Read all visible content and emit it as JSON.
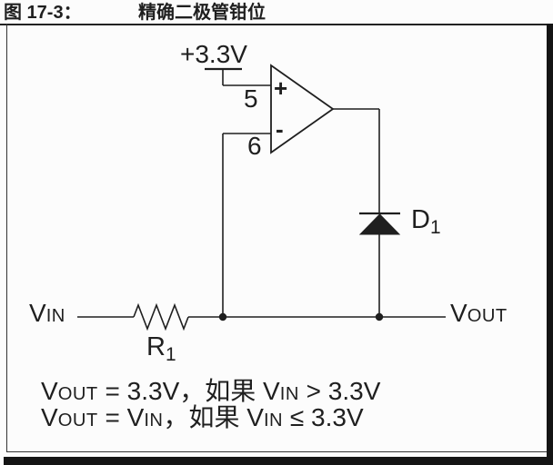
{
  "header": {
    "figure_label": "图 17-3：",
    "title": "精确二极管钳位"
  },
  "circuit": {
    "supply_label": "+3.3V",
    "opamp": {
      "noninverting_pin": "5",
      "inverting_pin": "6",
      "plus_sign": "+",
      "minus_sign": "-"
    },
    "diode_label": [
      {
        "t": "D",
        "k": "n"
      },
      {
        "t": "1",
        "k": "sub"
      }
    ],
    "resistor_label": [
      {
        "t": "R",
        "k": "n"
      },
      {
        "t": "1",
        "k": "sub"
      }
    ],
    "vin_label": [
      {
        "t": "V",
        "k": "n"
      },
      {
        "t": "IN",
        "k": "s"
      }
    ],
    "vout_label": [
      {
        "t": "V",
        "k": "n"
      },
      {
        "t": "OUT",
        "k": "s"
      }
    ]
  },
  "formulas": {
    "line1": [
      {
        "t": "V",
        "k": "n"
      },
      {
        "t": "OUT",
        "k": "s"
      },
      {
        "t": " = 3.3V，如果 ",
        "k": "n"
      },
      {
        "t": "V",
        "k": "n"
      },
      {
        "t": "IN",
        "k": "s"
      },
      {
        "t": " > 3.3V",
        "k": "n"
      }
    ],
    "line2": [
      {
        "t": "V",
        "k": "n"
      },
      {
        "t": "OUT",
        "k": "s"
      },
      {
        "t": " = V",
        "k": "n"
      },
      {
        "t": "IN",
        "k": "s"
      },
      {
        "t": "，如果 ",
        "k": "n"
      },
      {
        "t": "V",
        "k": "n"
      },
      {
        "t": "IN",
        "k": "s"
      },
      {
        "t": " ≤ 3.3V",
        "k": "n"
      }
    ]
  },
  "colors": {
    "ink": "#1f1f1f",
    "bg": "#fcfcfc",
    "bar": "#141414"
  }
}
